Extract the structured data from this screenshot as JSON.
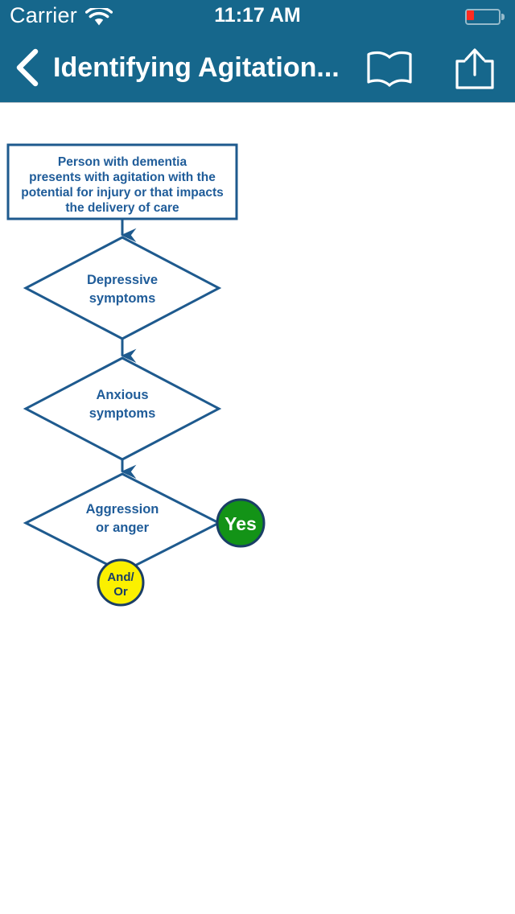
{
  "status_bar": {
    "carrier": "Carrier",
    "time": "11:17 AM",
    "wifi_icon": "wifi-icon",
    "battery_icon": "battery-low-icon",
    "battery_level_percent": 20
  },
  "nav_bar": {
    "back_icon": "chevron-left-icon",
    "title": "Identifying Agitation...",
    "bookmark_icon": "open-book-icon",
    "share_icon": "share-up-arrow-icon"
  },
  "colors": {
    "header_blue": "#16678C",
    "flow_line_blue": "#1E5A8E",
    "flow_text_blue": "#1F5C99",
    "yes_green": "#139317",
    "andor_yellow": "#FBF000",
    "circle_border_navy": "#1A3E66",
    "battery_red": "#FF2B20",
    "page_background": "#FFFFFF"
  },
  "flowchart": {
    "title": "Identifying Agitation",
    "nodes": [
      {
        "id": "start-box",
        "type": "process",
        "lines": [
          "Person with dementia",
          "presents with agitation with the",
          "potential for injury or that impacts",
          "the delivery of care"
        ]
      },
      {
        "id": "decision-depressive",
        "type": "decision",
        "lines": [
          "Depressive",
          "symptoms"
        ]
      },
      {
        "id": "decision-anxious",
        "type": "decision",
        "lines": [
          "Anxious",
          "symptoms"
        ]
      },
      {
        "id": "decision-aggression",
        "type": "decision",
        "lines": [
          "Aggression",
          "or anger"
        ]
      },
      {
        "id": "badge-yes",
        "type": "circle-badge",
        "lines": [
          "Yes"
        ]
      },
      {
        "id": "badge-andor",
        "type": "circle-badge",
        "lines": [
          "And/",
          "Or"
        ]
      }
    ],
    "connectors": [
      {
        "from": "start-box",
        "to": "decision-depressive",
        "arrow": true,
        "label": ""
      },
      {
        "from": "decision-depressive",
        "to": "decision-anxious",
        "arrow": true,
        "label": ""
      },
      {
        "from": "decision-anxious",
        "to": "decision-aggression",
        "arrow": true,
        "label": ""
      },
      {
        "from": "decision-aggression",
        "to": "badge-yes",
        "arrow": false,
        "label": ""
      },
      {
        "from": "decision-aggression",
        "to": "badge-andor",
        "arrow": false,
        "label": ""
      }
    ]
  }
}
